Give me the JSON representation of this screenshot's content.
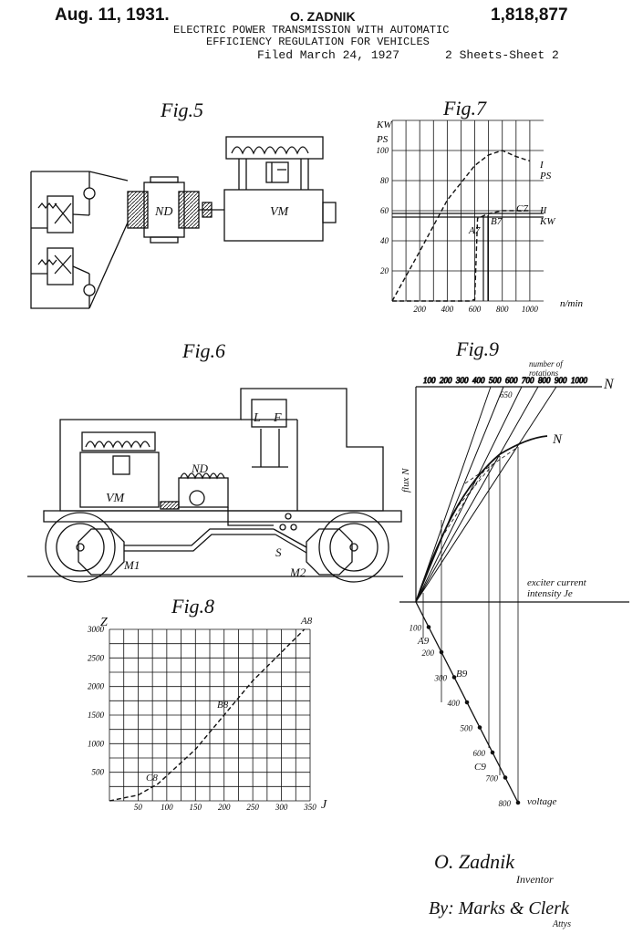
{
  "header": {
    "date": "Aug. 11, 1931.",
    "inventor": "O. ZADNIK",
    "patent_number": "1,818,877",
    "title_line1": "ELECTRIC POWER TRANSMISSION WITH AUTOMATIC",
    "title_line2": "EFFICIENCY REGULATION FOR VEHICLES",
    "filed": "Filed March 24, 1927",
    "sheet": "2 Sheets-Sheet 2"
  },
  "fig5": {
    "label": "Fig.5",
    "nd": "ND",
    "vm": "VM"
  },
  "fig6": {
    "label": "Fig.6",
    "l": "L",
    "f": "F",
    "nd": "ND",
    "vm": "VM",
    "m1": "M1",
    "m2": "M2",
    "s": "S"
  },
  "fig7": {
    "label": "Fig.7",
    "ylabel_kw": "KW",
    "ylabel_ps": "PS",
    "yticks": [
      "20",
      "40",
      "60",
      "80",
      "100"
    ],
    "xticks": [
      "200",
      "400",
      "600",
      "800",
      "1000"
    ],
    "xunit": "n/min",
    "curve1_label": "I",
    "curve1_unit": "PS",
    "curve2_label": "II",
    "curve2_unit": "KW",
    "point_a": "A7",
    "point_b": "B7",
    "point_c": "C7"
  },
  "fig8": {
    "label": "Fig.8",
    "ylabel": "Z",
    "yticks": [
      "500",
      "1000",
      "1500",
      "2000",
      "2500",
      "3000"
    ],
    "xticks": [
      "50",
      "100",
      "150",
      "200",
      "250",
      "300",
      "350"
    ],
    "xlabel": "J",
    "point_a": "A8",
    "point_b": "B8",
    "point_c": "C8"
  },
  "fig9": {
    "label": "Fig.9",
    "rot_label1": "number of",
    "rot_label2": "rotations",
    "rot_symbol": "N",
    "rot_ticks": [
      "100",
      "200",
      "300",
      "400",
      "500",
      "600",
      "700",
      "800",
      "900",
      "1000"
    ],
    "rot_650": "650",
    "flux_label": "flux N",
    "curve_label": "N",
    "exc_label1": "exciter current",
    "exc_label2": "intensity Je",
    "volt_ticks": [
      "100",
      "200",
      "300",
      "400",
      "500",
      "600",
      "700",
      "800"
    ],
    "volt_label": "voltage",
    "point_a": "A9",
    "point_b": "B9",
    "point_c": "C9"
  },
  "signature": {
    "name": "O. Zadnik",
    "role": "Inventor",
    "by": "By: Marks & Clerk",
    "attys": "Attys"
  },
  "chart_data": [
    {
      "type": "line",
      "title": "Fig.7",
      "xlabel": "n/min",
      "ylabel": "KW / PS",
      "xlim": [
        0,
        1100
      ],
      "ylim": [
        0,
        120
      ],
      "series": [
        {
          "name": "I",
          "x": [
            0,
            200,
            400,
            600,
            700,
            800,
            900,
            1000
          ],
          "values": [
            0,
            33,
            67,
            90,
            97,
            100,
            96,
            93
          ]
        },
        {
          "name": "II",
          "x": [
            0,
            560,
            600,
            620,
            700,
            800,
            900,
            1000
          ],
          "values": [
            0,
            0,
            1,
            55,
            58,
            60,
            60,
            60
          ]
        }
      ]
    },
    {
      "type": "line",
      "title": "Fig.8",
      "xlabel": "J",
      "ylabel": "Z",
      "xlim": [
        0,
        350
      ],
      "ylim": [
        0,
        3000
      ],
      "series": [
        {
          "name": "",
          "x": [
            0,
            50,
            85,
            150,
            200,
            250,
            300,
            340
          ],
          "values": [
            0,
            100,
            300,
            900,
            1500,
            2100,
            2600,
            3000
          ]
        }
      ]
    }
  ]
}
